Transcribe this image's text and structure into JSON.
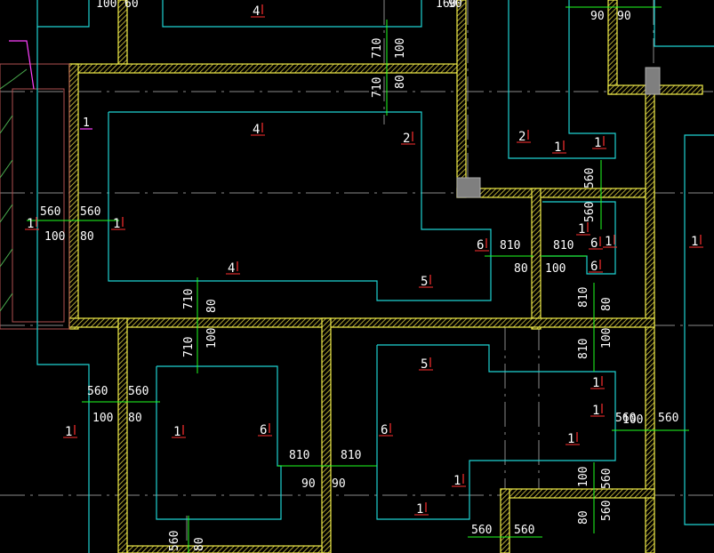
{
  "colors": {
    "background": "#000000",
    "wall_outline": "#f2ee4a",
    "wall_hatch": "#d8c93c",
    "rebar_region": "#1fd2d2",
    "dimension_line": "#20ff20",
    "centerline": "#8a8a8a",
    "label_text": "#ffffff",
    "label_tick": "#ff3030",
    "pink_mark": "#ff40ff",
    "grip_box": "#808080"
  },
  "drawing": {
    "grip_markers": [
      "grip-box",
      "grip-box"
    ],
    "region_labels": [
      "4",
      "4",
      "4",
      "1",
      "1",
      "1",
      "1",
      "1",
      "1",
      "1",
      "1",
      "1",
      "1",
      "1",
      "1",
      "1",
      "2",
      "2",
      "5",
      "5",
      "6",
      "6",
      "6",
      "6",
      "6",
      "1"
    ],
    "dimensions": [
      "100",
      "60",
      "160",
      "90",
      "90",
      "90",
      "710",
      "100",
      "710",
      "80",
      "560",
      "560",
      "100",
      "80",
      "810",
      "810",
      "80",
      "100",
      "560",
      "560",
      "710",
      "100",
      "80",
      "710",
      "810",
      "810",
      "100",
      "80",
      "560",
      "560",
      "100",
      "80",
      "810",
      "810",
      "90",
      "90",
      "560",
      "560",
      "100",
      "80",
      "560",
      "560",
      "560",
      "560",
      "80",
      "560",
      "100"
    ],
    "pink_label": "1"
  }
}
